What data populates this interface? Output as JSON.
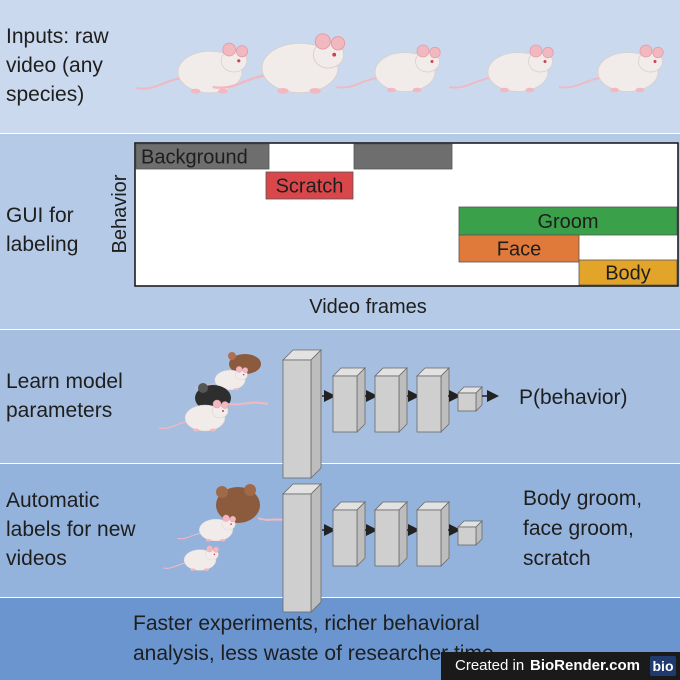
{
  "sections": {
    "inputs_label": "Inputs: raw\nvideo (any\nspecies)",
    "gui_label": "GUI for\nlabeling",
    "learn_label": "Learn model\nparameters",
    "auto_label": "Automatic\nlabels for new\nvideos"
  },
  "labeling_chart": {
    "y_axis_label": "Behavior",
    "x_axis_label": "Video frames",
    "bars": [
      {
        "label": "Background",
        "color": "#6e6e6e"
      },
      {
        "label": "",
        "color": "#6e6e6e"
      },
      {
        "label": "Scratch",
        "color": "#d9474a"
      },
      {
        "label": "Groom",
        "color": "#3aa04a"
      },
      {
        "label": "Face",
        "color": "#e07a3a"
      },
      {
        "label": "Body",
        "color": "#e3a42a"
      }
    ]
  },
  "network": {
    "output_learn": "P(behavior)",
    "output_auto": "Body groom,\nface groom,\nscratch"
  },
  "footer": {
    "text": "Faster experiments, richer behavioral\nanalysis, less waste of researcher time"
  },
  "badge": {
    "prefix": "Created in",
    "brand": "BioRender.com",
    "logo": "bio"
  },
  "colors": {
    "mouse_white": "#f1ecea",
    "mouse_pink": "#f2b8c0",
    "mouse_brown": "#8c5a3c",
    "mouse_black": "#2e2e2e"
  }
}
